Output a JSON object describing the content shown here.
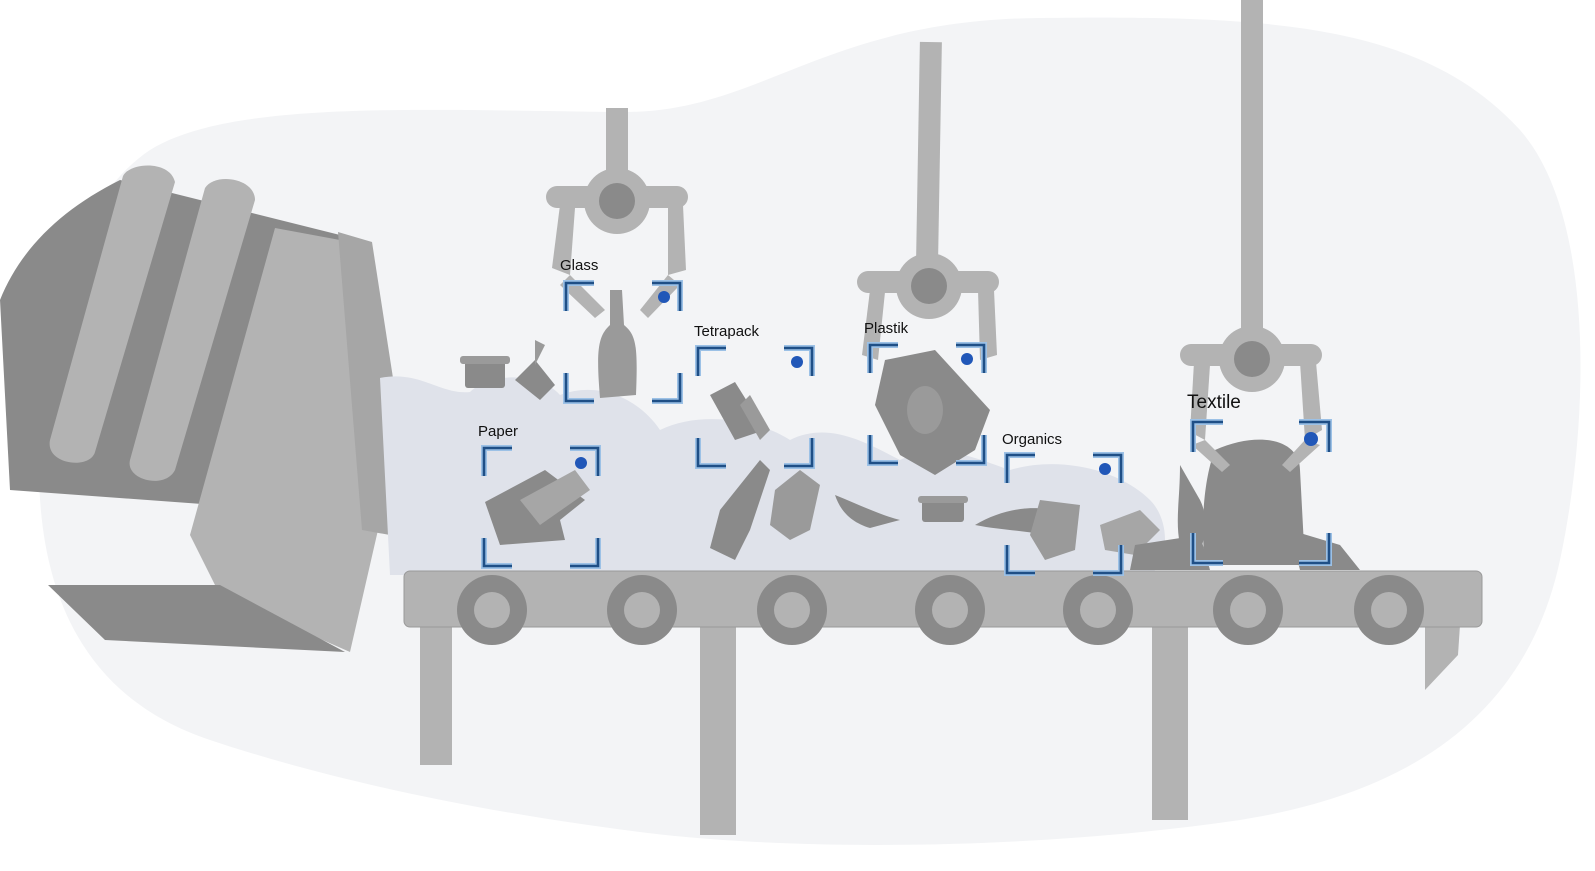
{
  "labels": {
    "glass": "Glass",
    "tetrapack": "Tetrapack",
    "plastik": "Plastik",
    "paper": "Paper",
    "organics": "Organics",
    "textile": "Textile"
  },
  "colors": {
    "background_blob": "#f3f4f6",
    "machine_dark": "#8a8a8a",
    "machine_mid": "#a6a6a6",
    "machine_light": "#b3b3b3",
    "waste_cloud": "#dfe2ea",
    "bracket_outer": "#9cc1e6",
    "bracket_inner": "#1f4f86",
    "marker_dot": "#2157b8"
  },
  "icons": {
    "robot_grippers": "claw-arm-icon",
    "detection_markers": "target-bracket-icon",
    "hopper": "waste-chute-icon",
    "conveyor": "conveyor-belt-icon"
  }
}
